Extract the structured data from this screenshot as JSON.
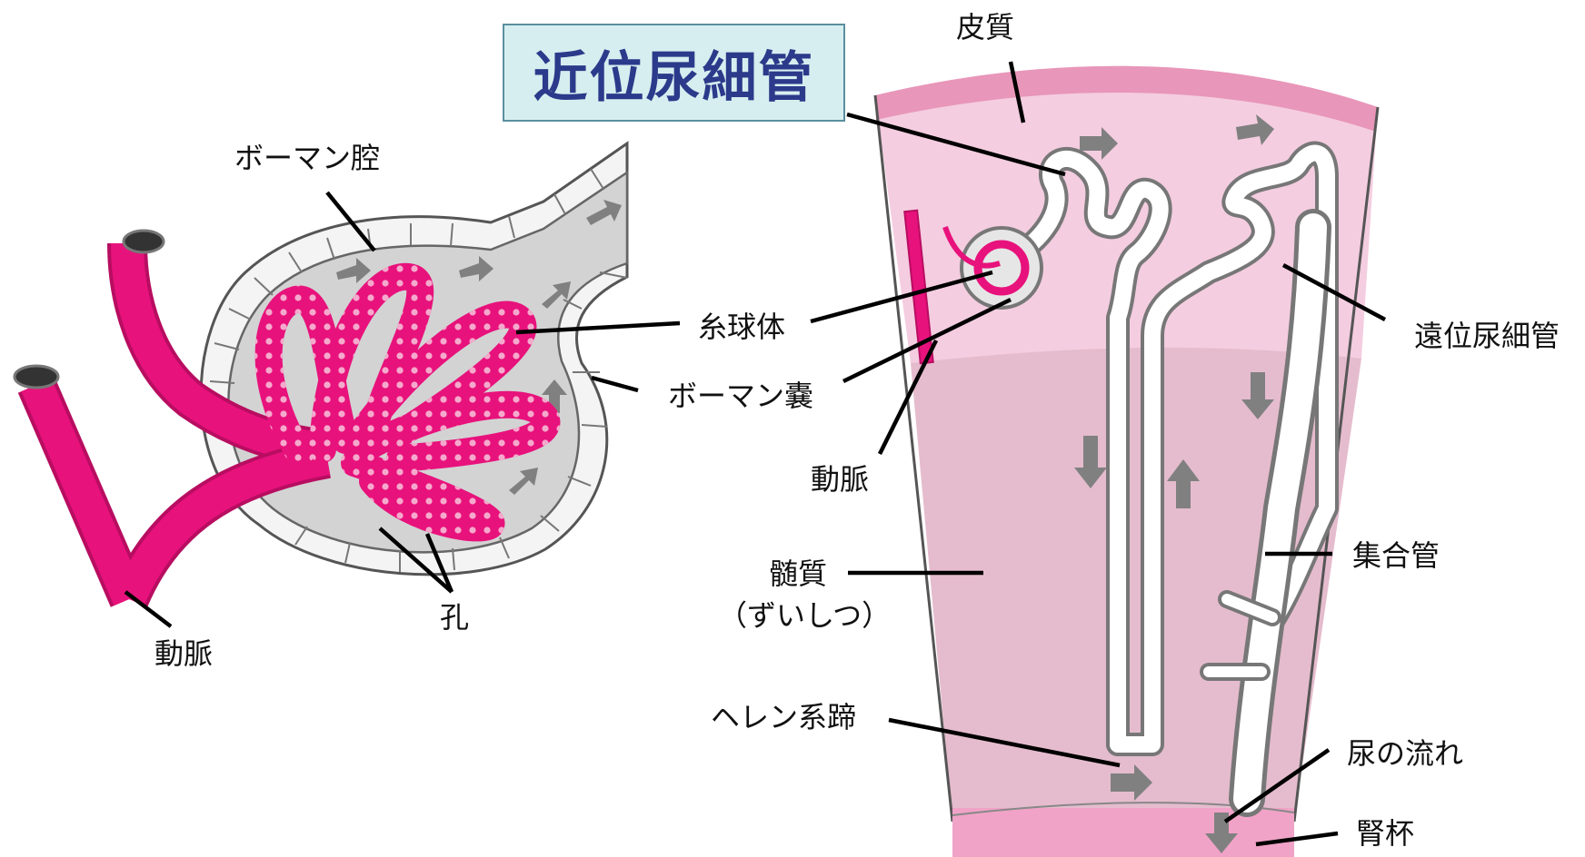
{
  "title": "近位尿細管",
  "labels": {
    "bowman_space": "ボーマン腔",
    "glomerulus": "糸球体",
    "bowman_capsule": "ボーマン嚢",
    "artery_left": "動脈",
    "pores": "孔",
    "cortex": "皮質",
    "artery_right": "動脈",
    "medulla": "髄質",
    "medulla_reading": "（ずいしつ）",
    "loop_of_henle": "ヘレン系蹄",
    "distal_tubule": "遠位尿細管",
    "collecting_duct": "集合管",
    "urine_flow": "尿の流れ",
    "calyx": "腎杯"
  },
  "colors": {
    "vessel": "#e8127c",
    "vessel_dark": "#b80d61",
    "capsule_fill": "#d3d3d3",
    "cell_fill": "#f7f7f7",
    "cortex": "#f4cde0",
    "cortex_band": "#e896b9",
    "medulla": "#e5bccd",
    "tubule": "#ffffff",
    "title_bg": "#d7eef0",
    "title_text": "#2b3a8a"
  }
}
